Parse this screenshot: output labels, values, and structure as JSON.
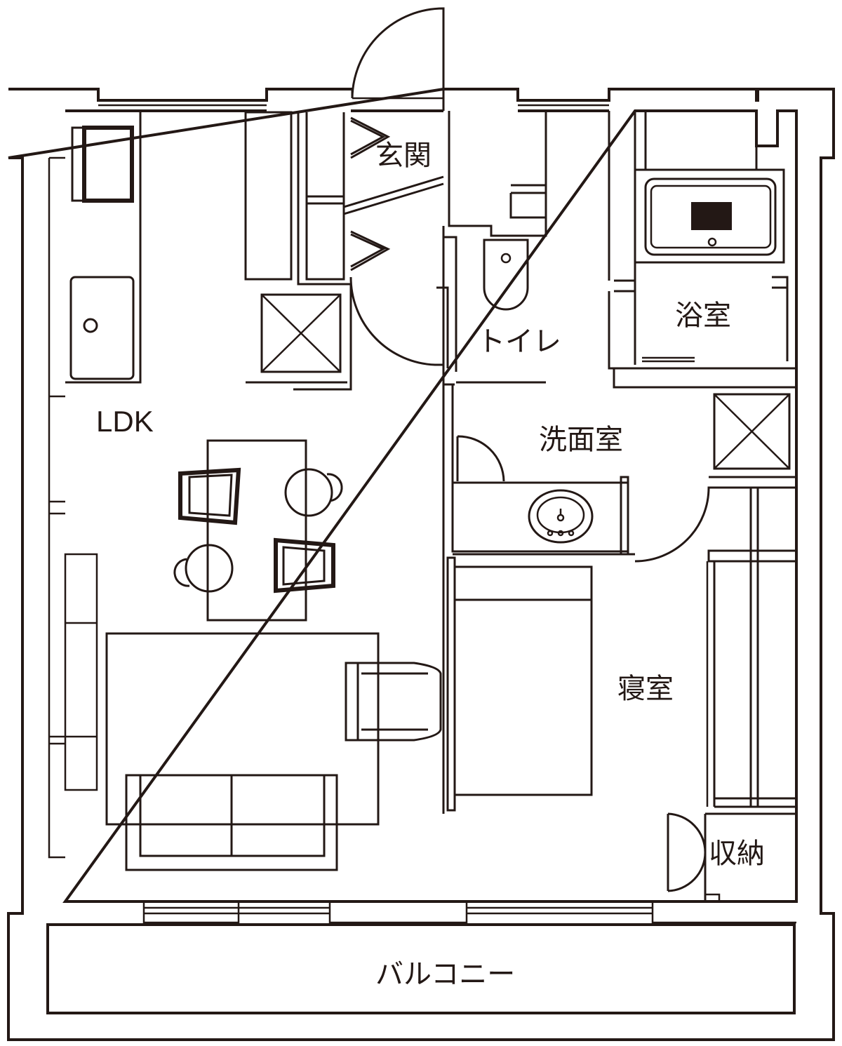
{
  "floorplan": {
    "rooms": {
      "entrance": "玄関",
      "toilet": "トイレ",
      "bathroom": "浴室",
      "ldk": "LDK",
      "washroom": "洗面室",
      "bedroom": "寝室",
      "storage": "収納",
      "balcony": "バルコニー"
    },
    "line_color": "#231815"
  }
}
